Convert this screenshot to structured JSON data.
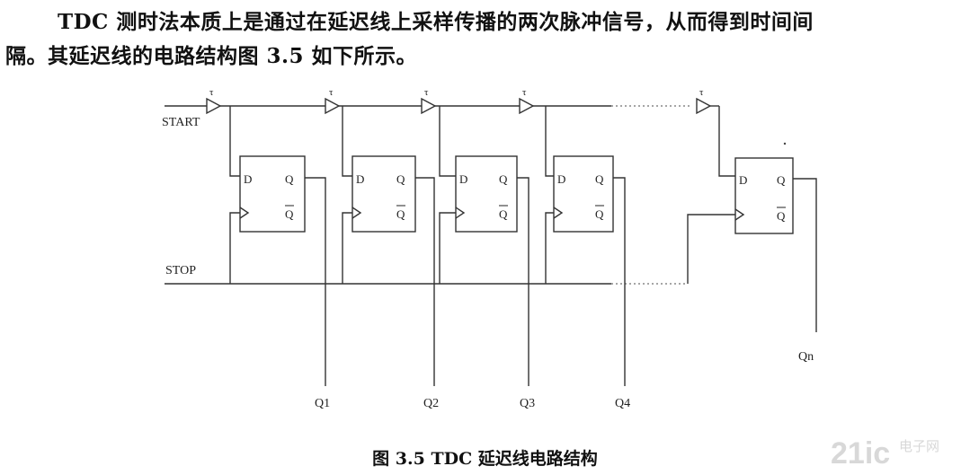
{
  "paragraph": {
    "line1": "TDC 测时法本质上是通过在延迟线上采样传播的两次脉冲信号，从而得到时间间",
    "line2": "隔。其延迟线的电路结构图 3.5 如下所示。"
  },
  "diagram": {
    "start_label": "START",
    "stop_label": "STOP",
    "delay_label": "τ",
    "flipflop": {
      "d": "D",
      "q": "Q",
      "qbar": "Q"
    },
    "outputs": [
      "Q1",
      "Q2",
      "Q3",
      "Q4",
      "Qn"
    ]
  },
  "caption": "图 3.5 TDC 延迟线电路结构",
  "watermark": {
    "text1": "21ic",
    "text2": "电子网",
    "color": "#d8d8d8"
  }
}
